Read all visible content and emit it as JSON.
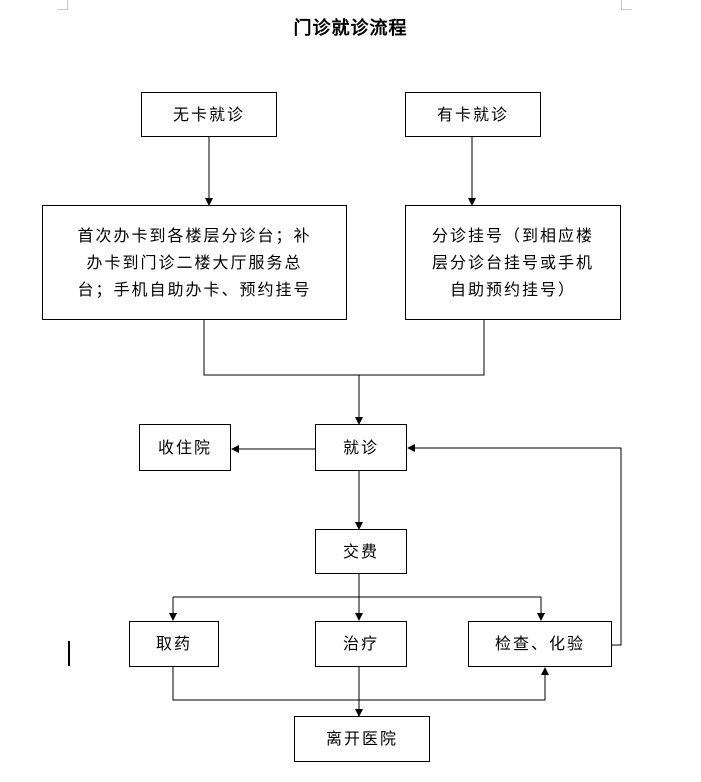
{
  "title": "门诊就诊流程",
  "nodes": {
    "no_card": "无卡就诊",
    "has_card": "有卡就诊",
    "card_handling": "首次办卡到各楼层分诊台；补\n办卡到门诊二楼大厅服务总\n台；手机自助办卡、预约挂号",
    "triage_register": "分诊挂号（到相应楼\n层分诊台挂号或手机\n自助预约挂号）",
    "hospitalize": "收住院",
    "consult": "就诊",
    "payment": "交费",
    "get_medicine": "取药",
    "treatment": "治疗",
    "examination": "检查、化验",
    "leave": "离开医院"
  }
}
